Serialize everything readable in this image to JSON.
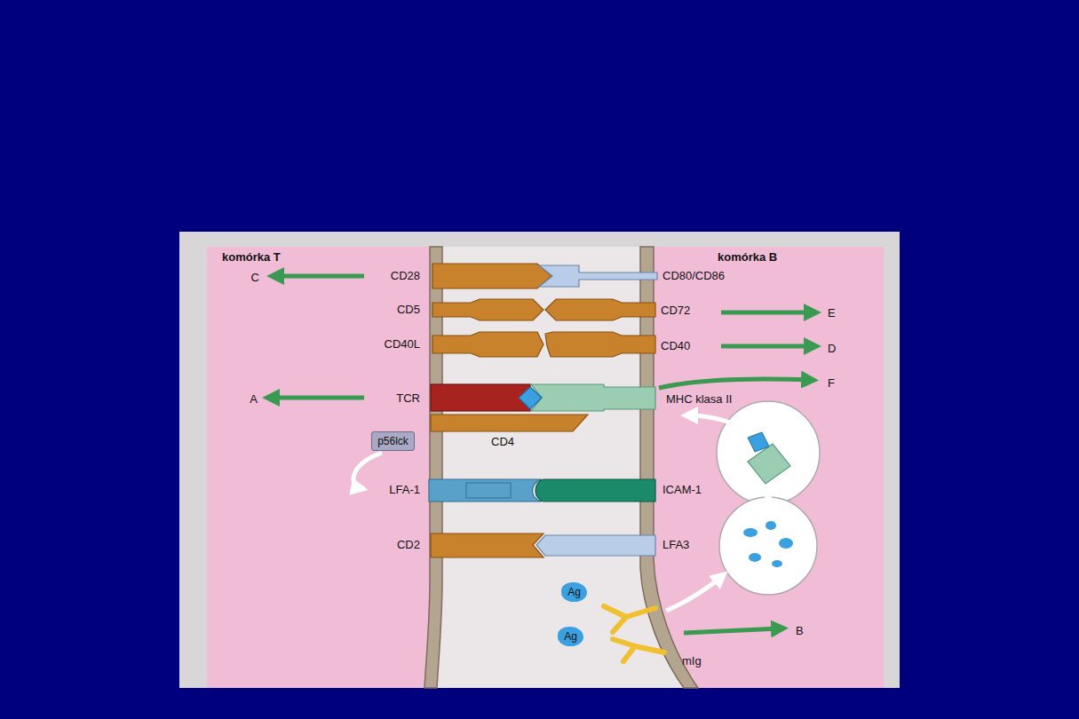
{
  "diagram": {
    "nodes": [
      {
        "text": [
          "p56lck"
        ]
      },
      {
        "text": [
          "Ag"
        ]
      },
      {
        "text": [
          "Ag"
        ]
      }
    ],
    "labels": [
      "komórka T",
      "komórka B",
      "CD28",
      "C",
      "CD80/CD86",
      "CD5",
      "CD72",
      "E",
      "CD40L",
      "CD40",
      "D",
      "TCR",
      "A",
      "MHC klasa II",
      "F",
      "CD4",
      "LFA-1",
      "ICAM-1",
      "CD2",
      "LFA3",
      "mIg",
      "B"
    ]
  }
}
